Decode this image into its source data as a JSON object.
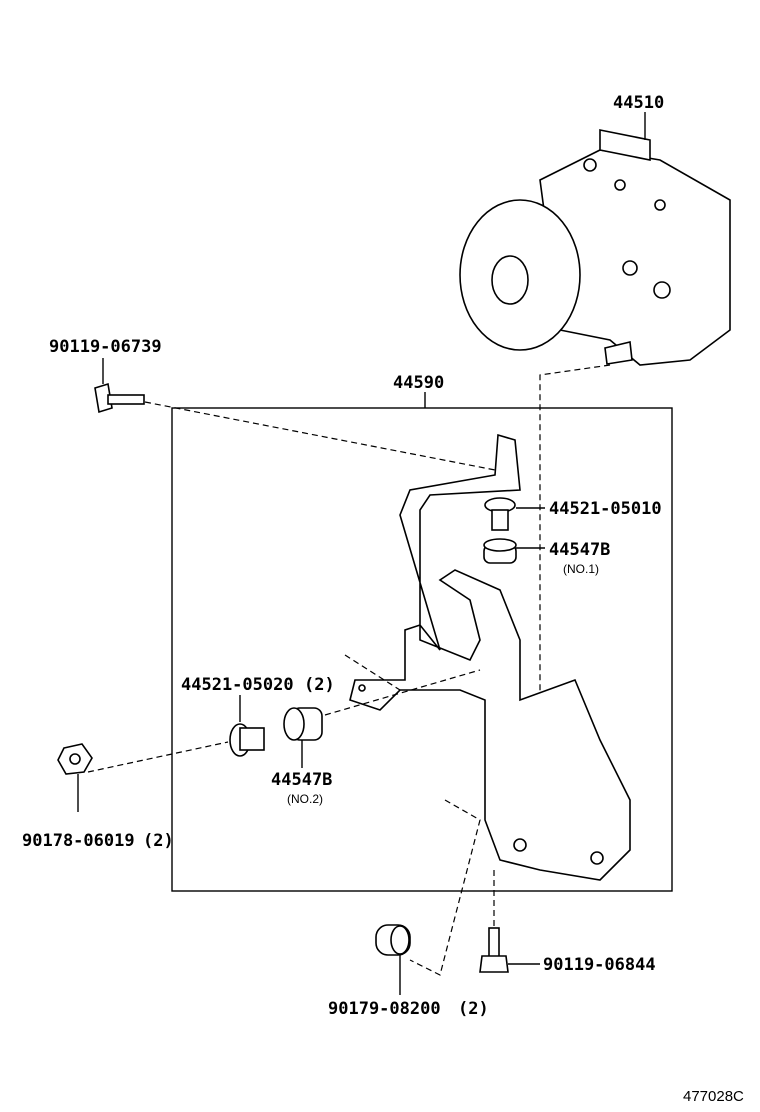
{
  "diagram": {
    "parts": {
      "abs_actuator": {
        "number": "44510"
      },
      "bolt_upper": {
        "number": "90119-06739"
      },
      "bracket": {
        "number": "44590"
      },
      "collar_no1": {
        "number": "44521-05010"
      },
      "cushion_no1": {
        "number": "44547B",
        "note": "(NO.1)"
      },
      "collar_no2": {
        "number": "44521-05020",
        "qty": "(2)"
      },
      "cushion_no2": {
        "number": "44547B",
        "note": "(NO.2)"
      },
      "nut": {
        "number": "90178-06019",
        "qty": "(2)"
      },
      "grommet": {
        "number": "90179-08200",
        "qty": "(2)"
      },
      "bolt_lower": {
        "number": "90119-06844"
      }
    },
    "reference_code": "477028C"
  }
}
